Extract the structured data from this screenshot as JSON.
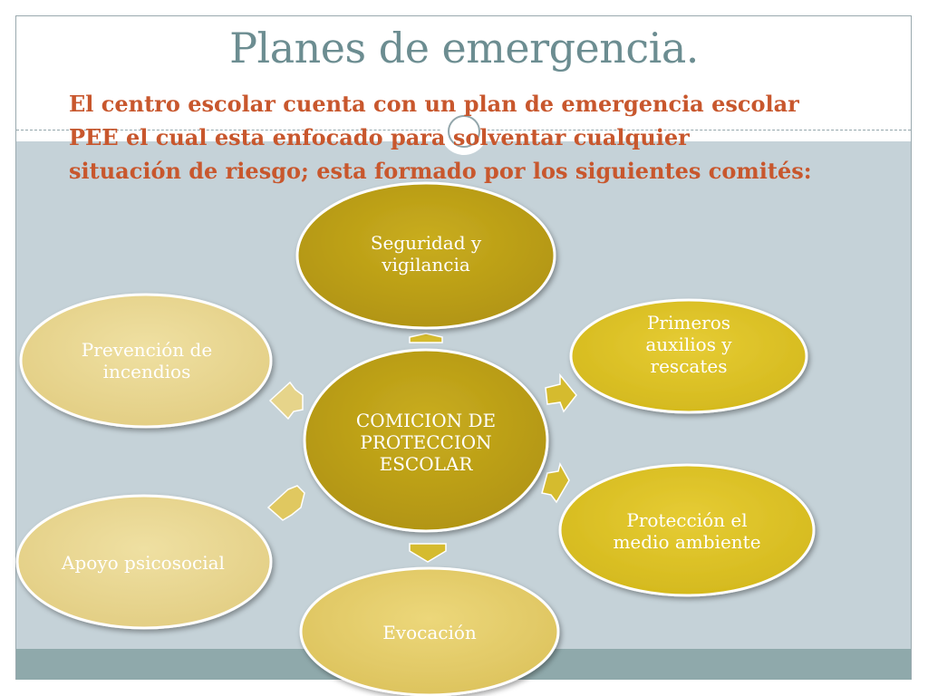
{
  "title": "Planes de emergencia.",
  "intro": {
    "line1": "El  centro escolar cuenta con un plan de emergencia escolar",
    "line2": "PEE el cual esta enfocado para solventar cualquier",
    "line3": "situación de riesgo; esta formado por los siguientes comités:"
  },
  "colors": {
    "title": "#6c8d91",
    "intro": "#c8572d",
    "band": "#c5d2d8",
    "strip": "#8fa9ab"
  },
  "center": {
    "line1": "COMICION DE",
    "line2": "PROTECCION",
    "line3": "ESCOLAR"
  },
  "nodes": {
    "seguridad": {
      "line1": "Seguridad y",
      "line2": "vigilancia"
    },
    "primeros": {
      "line1": "Primeros",
      "line2": "auxilios y",
      "line3": "rescates"
    },
    "proteccion": {
      "line1": "Protección el",
      "line2": "medio ambiente"
    },
    "evocacion": {
      "line1": "Evocación"
    },
    "apoyo": {
      "line1": "Apoyo psicosocial"
    },
    "prevencion": {
      "line1": "Prevención de",
      "line2": "incendios"
    }
  }
}
